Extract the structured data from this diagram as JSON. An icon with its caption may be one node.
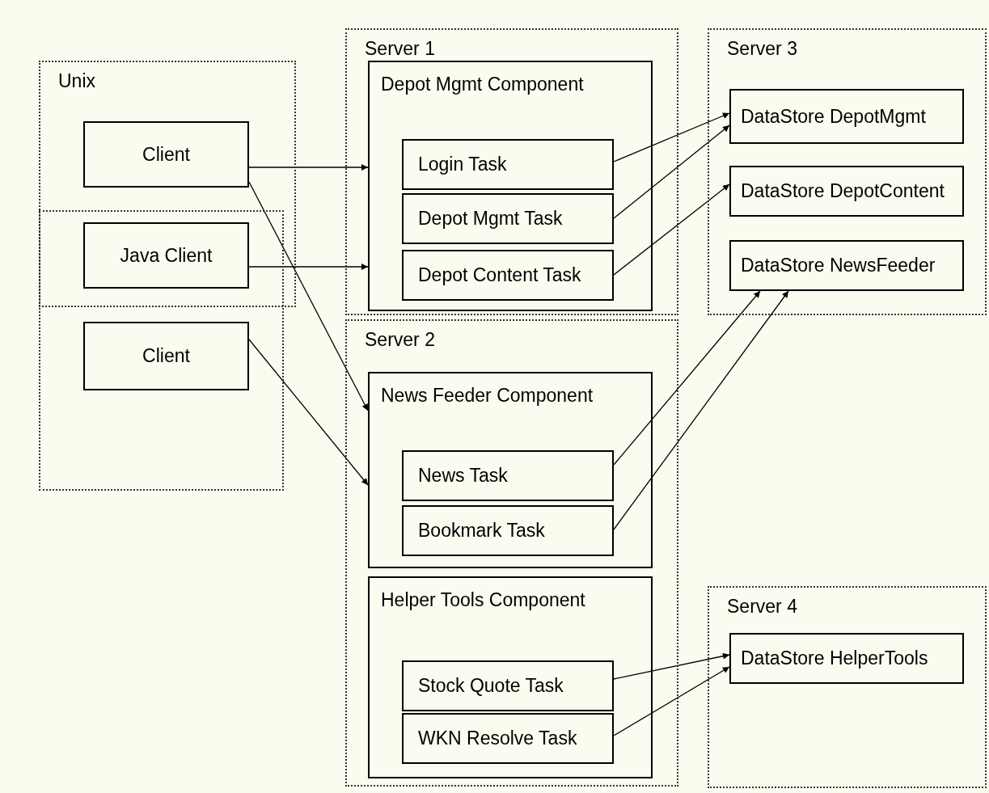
{
  "diagram": {
    "nodes": [
      {
        "text": [
          "Unix"
        ]
      },
      {
        "text": [],
        "shape": "box"
      },
      {
        "text": [
          "Client"
        ],
        "in": 0
      },
      {
        "text": [
          "Java Client"
        ]
      },
      {
        "text": [
          "Client"
        ],
        "in": 1
      },
      {
        "text": [
          "Server 1"
        ]
      },
      {
        "text": [
          "Depot Mgmt Component"
        ],
        "in": 5
      },
      {
        "text": [
          "Login Task"
        ],
        "in": 6
      },
      {
        "text": [
          "Depot Mgmt Task"
        ],
        "in": 6
      },
      {
        "text": [
          "Depot Content Task"
        ],
        "in": 6
      },
      {
        "text": [
          "Server 2"
        ]
      },
      {
        "text": [
          "News Feeder Component"
        ],
        "in": 10
      },
      {
        "text": [
          "News Task"
        ],
        "in": 11
      },
      {
        "text": [
          "Bookmark Task"
        ],
        "in": 11
      },
      {
        "text": [
          "Helper Tools Component"
        ],
        "in": 10
      },
      {
        "text": [
          "Stock Quote Task"
        ],
        "in": 14
      },
      {
        "text": [
          "WKN Resolve Task"
        ],
        "in": 14
      },
      {
        "text": [
          "Server 3"
        ]
      },
      {
        "text": [
          "DataStore DepotMgmt"
        ],
        "in": 17
      },
      {
        "text": [
          "DataStore DepotContent"
        ],
        "in": 17
      },
      {
        "text": [
          "DataStore NewsFeeder"
        ],
        "in": 17
      },
      {
        "text": [
          "Server 4"
        ]
      },
      {
        "text": [
          "DataStore HelperTools"
        ],
        "in": 21
      }
    ],
    "edges": [
      {
        "from": 2,
        "to": 6,
        "arrow": "to"
      },
      {
        "from": 3,
        "to": 6,
        "arrow": "to"
      },
      {
        "from": 2,
        "to": 11,
        "arrow": "to"
      },
      {
        "from": 4,
        "to": 11,
        "arrow": "to"
      },
      {
        "from": 7,
        "to": 18,
        "arrow": "to"
      },
      {
        "from": 8,
        "to": 18,
        "arrow": "to"
      },
      {
        "from": 9,
        "to": 19,
        "arrow": "to"
      },
      {
        "from": 12,
        "to": 20,
        "arrow": "to"
      },
      {
        "from": 13,
        "to": 20,
        "arrow": "to"
      },
      {
        "from": 15,
        "to": 22,
        "arrow": "to"
      },
      {
        "from": 16,
        "to": 22,
        "arrow": "to"
      }
    ]
  }
}
